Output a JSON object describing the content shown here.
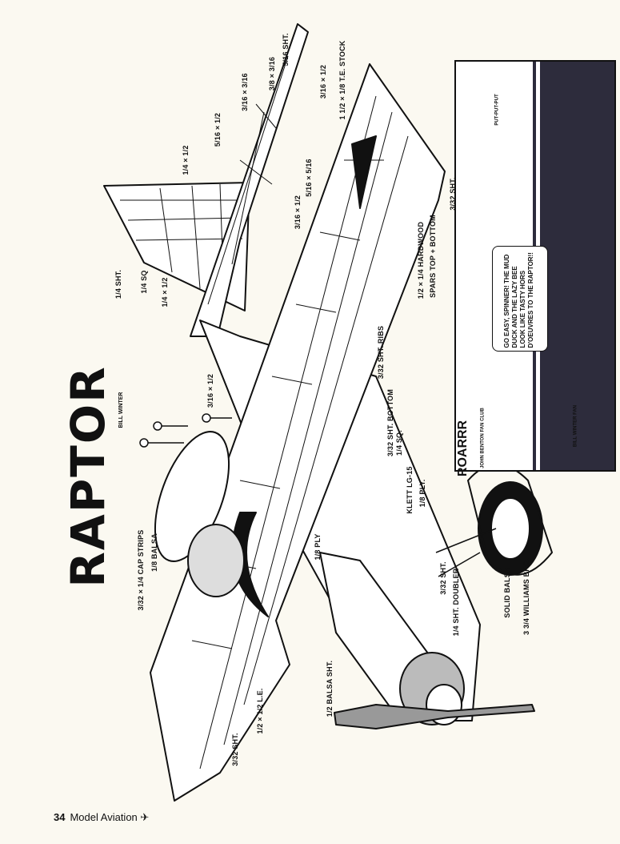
{
  "article": {
    "title": "RAPTOR",
    "byline": "BILL WINTER"
  },
  "labels": {
    "stab_tip_sheet": "5/16 SHT.",
    "stab_3_8x3_16": "3/8 × 3/16",
    "stab_3_16x3_16": "3/16 × 3/16",
    "stab_5_16x1_2": "5/16 × 1/2",
    "fin_1_4x1_2_top": "1/4 × 1/2",
    "te_3_16x1_2": "3/16 × 1/2",
    "te_stock": "1 1/2 × 1/8 T.E. STOCK",
    "stab_5_16x5_16": "5/16 × 5/16",
    "wing_3_16x1_2": "3/16 × 1/2",
    "fin_sheet": "1/4 SHT.",
    "fin_sq": "1/4 SQ",
    "fin_1_4x1_2": "1/4 × 1/2",
    "wingtip_sheet": "3/32 SHT.",
    "spars": "1/2 × 1/4 HARDWOOD",
    "spars_2": "SPARS TOP + BOTTOM",
    "fuse_3_16x1_2": "3/16 × 1/2",
    "ribs": "3/32 SHT. RIBS",
    "bottom": "3/32 SHT. BOTTOM",
    "sq": "1/4 SQ.",
    "gear": "KLETT LG-15",
    "ply_1": "1/8 PLY.",
    "cap_strips": "3/32 × 1/4 CAP STRIPS",
    "canopy_balsa": "1/8 BALSA",
    "ply_2": "1/8 PLY",
    "side_sheet": "3/32 SHT.",
    "doubler": "1/4 SHT. DOUBLER",
    "solid_balsa": "SOLID BALSA",
    "wheel": "3 3/4 WILLIAMS BRO.",
    "le": "1/2 × 1/2 L.E.",
    "wing_sheet": "3/32 SHT.",
    "cowl_sheet": "1/2 BALSA SHT."
  },
  "cartoon": {
    "speech": "GO EASY, SPINNER! THE MUD DUCK AND THE LAZY BEE LOOK LIKE TASTY HORS D'OEUVRES TO THE RAPTOR!!",
    "sound_engine": "PUT-PUT-PUT",
    "sound_roar": "ROARRR",
    "sign_1": "JOHN BENTON FAN CLUB",
    "sign_2": "BILL WINTER FAN"
  },
  "footer": {
    "page_number": "34",
    "magazine": "Model Aviation",
    "icon": "airplane-icon"
  }
}
